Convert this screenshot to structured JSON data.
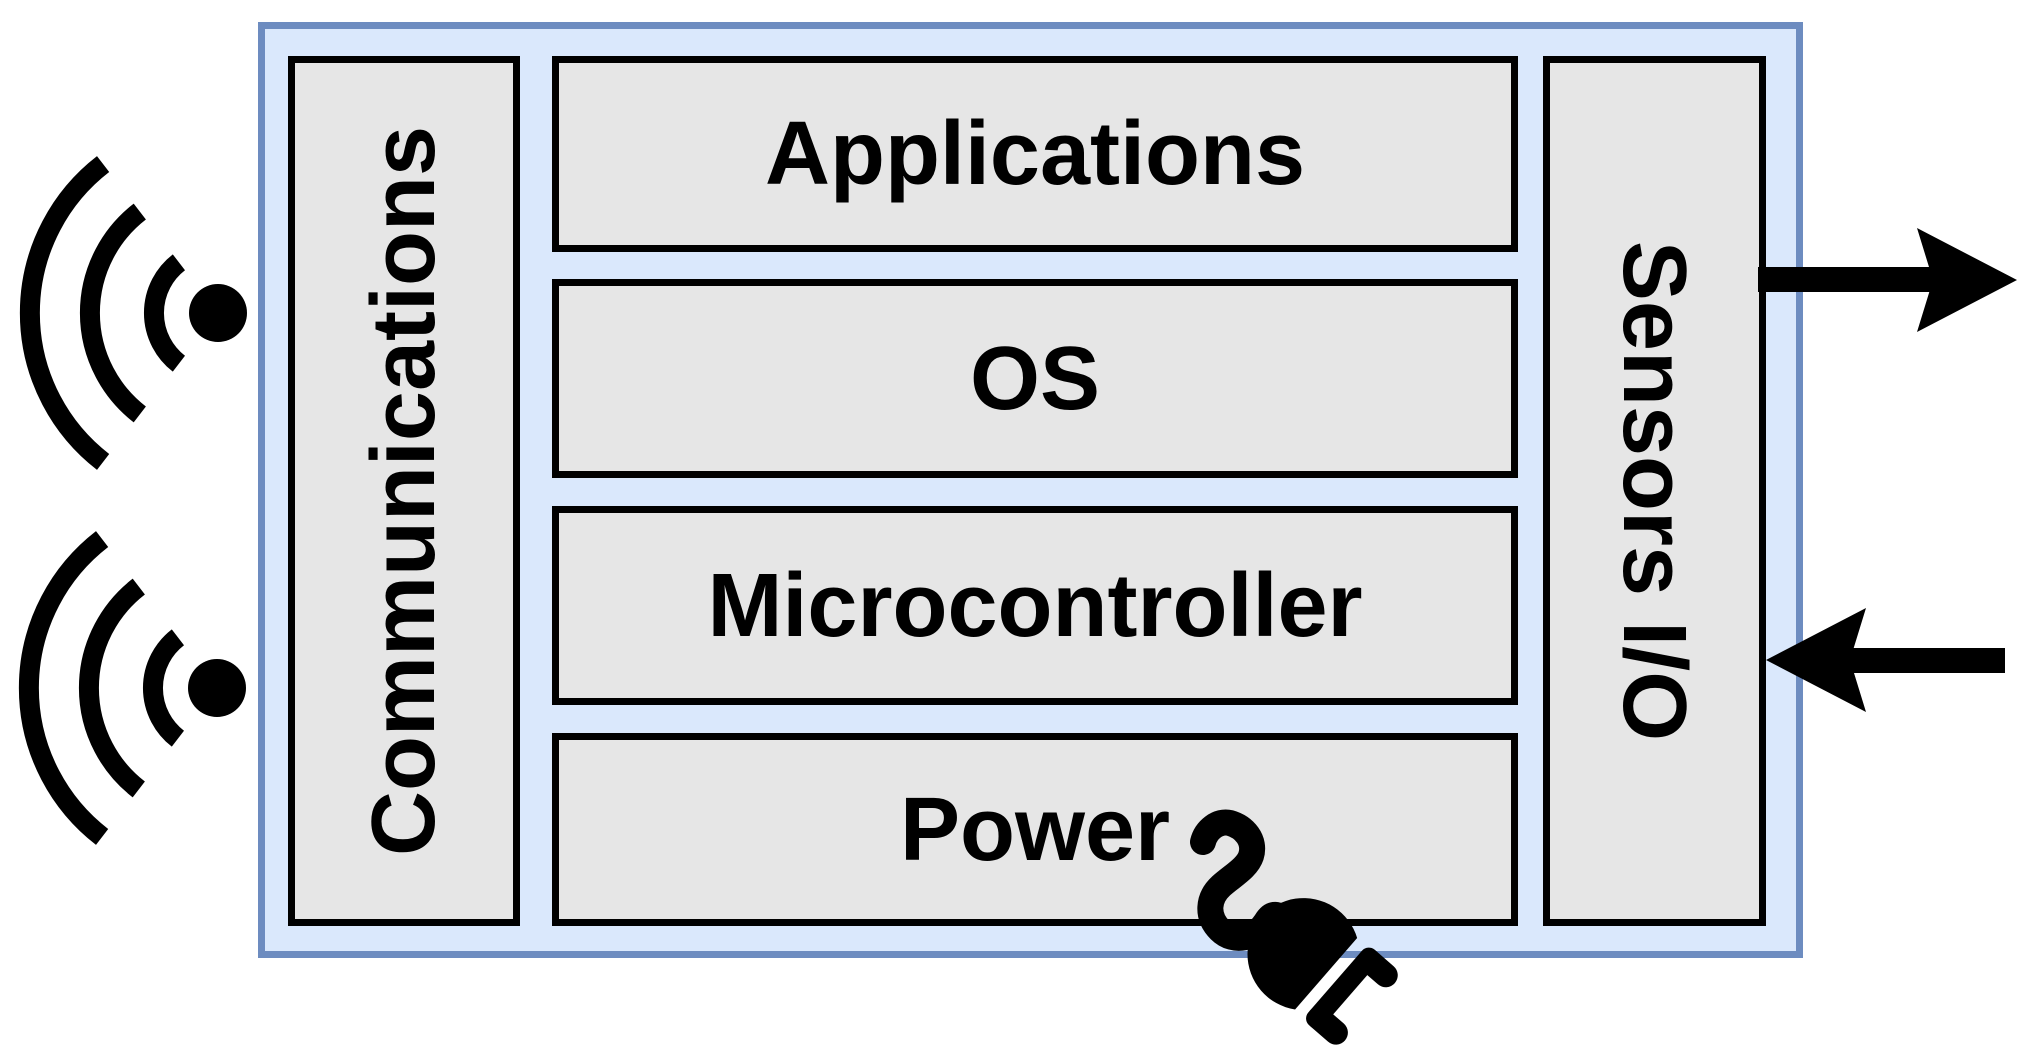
{
  "device": {
    "communications": {
      "label": "Communications"
    },
    "layers": [
      {
        "label": "Applications"
      },
      {
        "label": "OS"
      },
      {
        "label": "Microcontroller"
      },
      {
        "label": "Power"
      }
    ],
    "sensors": {
      "label": "Sensors I/O"
    }
  },
  "icons": {
    "wifi_top": "wifi-signal-icon",
    "wifi_bottom": "wifi-signal-icon",
    "power_plug": "power-plug-icon",
    "arrow_out": "sensor-output-arrow",
    "arrow_in": "sensor-input-arrow"
  },
  "colors": {
    "canvas_bg": "#ffffff",
    "container_fill": "#dae8fc",
    "container_border": "#6d8cc0",
    "module_fill": "#e6e6e6",
    "module_border": "#000000",
    "label_color": "#000000",
    "icon_color": "#000000"
  }
}
